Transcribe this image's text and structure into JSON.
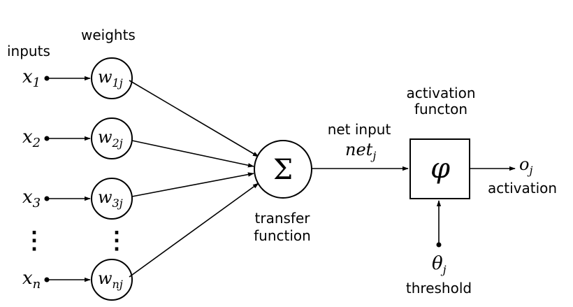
{
  "labels": {
    "inputs": "inputs",
    "weights": "weights",
    "net_input": "net input",
    "transfer_function_line1": "transfer",
    "transfer_function_line2": "function",
    "activation_function_line1": "activation",
    "activation_function_line2": "functon",
    "activation": "activation",
    "threshold": "threshold"
  },
  "inputs": [
    {
      "symbol": "x",
      "subscript": "1"
    },
    {
      "symbol": "x",
      "subscript": "2"
    },
    {
      "symbol": "x",
      "subscript": "3"
    },
    {
      "symbol": "x",
      "subscript": "n"
    }
  ],
  "weights": [
    {
      "symbol": "w",
      "subscript": "1j"
    },
    {
      "symbol": "w",
      "subscript": "2j"
    },
    {
      "symbol": "w",
      "subscript": "3j"
    },
    {
      "symbol": "w",
      "subscript": "nj"
    }
  ],
  "ellipsis": "⋮",
  "sum_symbol": "Σ",
  "net": {
    "symbol": "net",
    "subscript": "j"
  },
  "phi_symbol": "φ",
  "output": {
    "symbol": "o",
    "subscript": "j"
  },
  "theta": {
    "symbol": "θ",
    "subscript": "j"
  }
}
